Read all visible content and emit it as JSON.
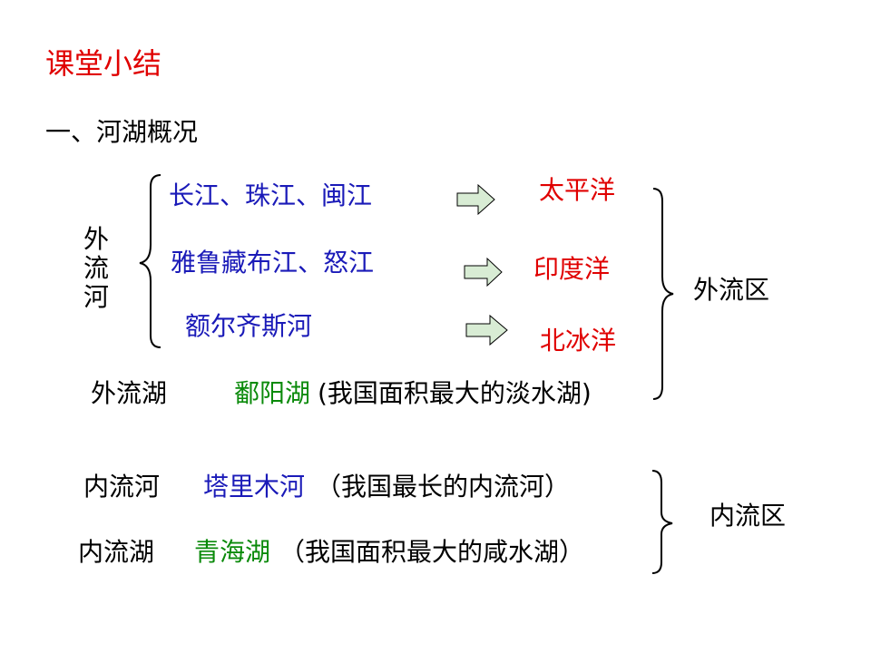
{
  "title": "课堂小结",
  "section_heading": "一、河湖概况",
  "outflow_rivers": {
    "label": "外流河",
    "rows": [
      {
        "rivers": "长江、珠江、闽江",
        "ocean": "太平洋"
      },
      {
        "rivers": "雅鲁藏布江、怒江",
        "ocean": "印度洋"
      },
      {
        "rivers": "额尔齐斯河",
        "ocean": "北冰洋"
      }
    ]
  },
  "outflow_lake": {
    "label": "外流湖",
    "name": "鄱阳湖",
    "note": "(我国面积最大的淡水湖)"
  },
  "outflow_region": "外流区",
  "inland_river": {
    "label": "内流河",
    "name": "塔里木河",
    "note": "（我国最长的内流河）"
  },
  "inland_lake": {
    "label": "内流湖",
    "name": "青海湖",
    "note": "（我国面积最大的咸水湖）"
  },
  "inland_region": "内流区",
  "colors": {
    "title": "#e00000",
    "rivers": "#1a1ab8",
    "oceans": "#e00000",
    "lakes": "#0a8a0a",
    "arrow_fill": "#d8ecd4"
  }
}
